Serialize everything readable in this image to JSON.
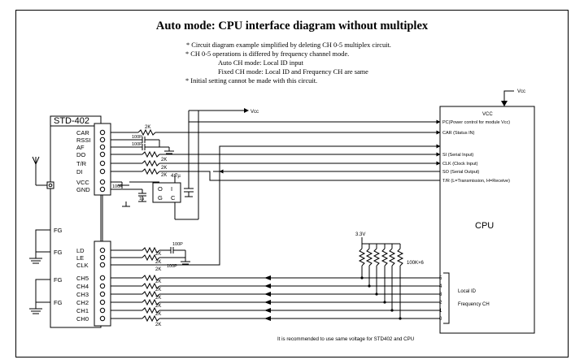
{
  "title": "Auto mode: CPU interface diagram without multiplex",
  "notes": [
    "*  Circuit diagram example simplified by deleting CH 0-5 multiplex circuit.",
    "* CH 0-5 operations is differed by frequency channel mode.",
    "Auto CH mode: Local ID input",
    "Fixed CH mode: Local ID and Frequency CH are same",
    "* Initial setting cannot be made with this circuit."
  ],
  "module": {
    "name": "STD-402",
    "upper_pins": [
      "CAR",
      "RSSI",
      "AF",
      "DO",
      "T/R",
      "DI",
      "VCC",
      "GND"
    ],
    "lower_pins": [
      "LD",
      "LE",
      "CLK",
      "CH5",
      "CH4",
      "CH3",
      "CH2",
      "CH1",
      "CH0"
    ],
    "fg_labels": [
      "FG",
      "FG",
      "FG",
      "FG"
    ]
  },
  "cpu": {
    "name": "CPU",
    "vcc_label": "VCC",
    "signals": [
      "PC(Power control for module Vcc)",
      "CAR (Status IN)",
      "SI  (Serial Input)",
      "CLK  (Clock Input)",
      "SO  (Serial Output)",
      "T/R  (L=Transmission, H=Receive)"
    ],
    "port_numbers": [
      "5",
      "4",
      "3",
      "2",
      "1",
      "0"
    ],
    "local_id_label": "Local ID",
    "freq_ch_label": "Frequency CH"
  },
  "components": {
    "vcc_label": "Vcc",
    "res_2k": "2K",
    "cap_100p": "100P",
    "cap_47u": "4.7µ",
    "cap_1u": "1µ",
    "reg_pins": [
      "O",
      "I",
      "G",
      "C"
    ],
    "supply_33": "3.3V",
    "pullup_label": "100K×6"
  },
  "footer": "It is recommended to use same voltage for STD402 and CPU"
}
